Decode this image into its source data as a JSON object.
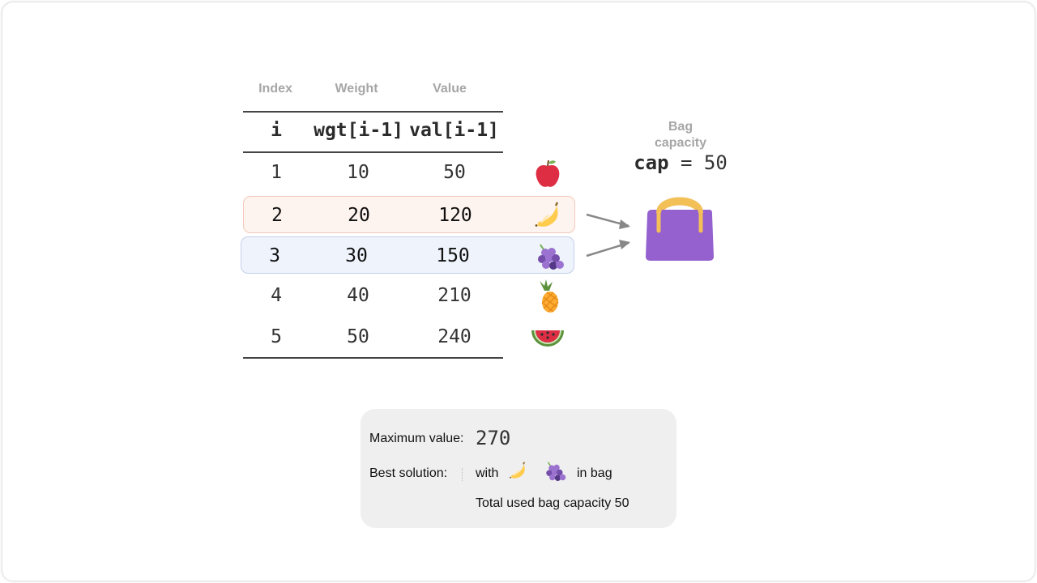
{
  "headers": {
    "index": "Index",
    "weight": "Weight",
    "value": "Value",
    "code_index": "i",
    "code_weight": "wgt[i-1]",
    "code_value": "val[i-1]"
  },
  "items": [
    {
      "i": "1",
      "weight": "10",
      "value": "50",
      "fruit": "apple-icon"
    },
    {
      "i": "2",
      "weight": "20",
      "value": "120",
      "fruit": "banana-icon"
    },
    {
      "i": "3",
      "weight": "30",
      "value": "150",
      "fruit": "grapes-icon"
    },
    {
      "i": "4",
      "weight": "40",
      "value": "210",
      "fruit": "pineapple-icon"
    },
    {
      "i": "5",
      "weight": "50",
      "value": "240",
      "fruit": "watermelon-icon"
    }
  ],
  "highlight_colors": {
    "row2_bg": "#fdf3ef",
    "row2_border": "#f4c9b8",
    "row3_bg": "#eff3fb",
    "row3_border": "#c3cfe9"
  },
  "bag": {
    "title_line1": "Bag",
    "title_line2": "capacity",
    "cap_keyword": "cap",
    "cap_rest": "= 50",
    "color": "#9461cf",
    "handle_color": "#f2c057"
  },
  "panel": {
    "max_label": "Maximum value:",
    "max_value": "270",
    "best_label": "Best solution:",
    "with_text": "with",
    "in_bag_text": "in bag",
    "total_text": "Total used bag capacity 50"
  }
}
